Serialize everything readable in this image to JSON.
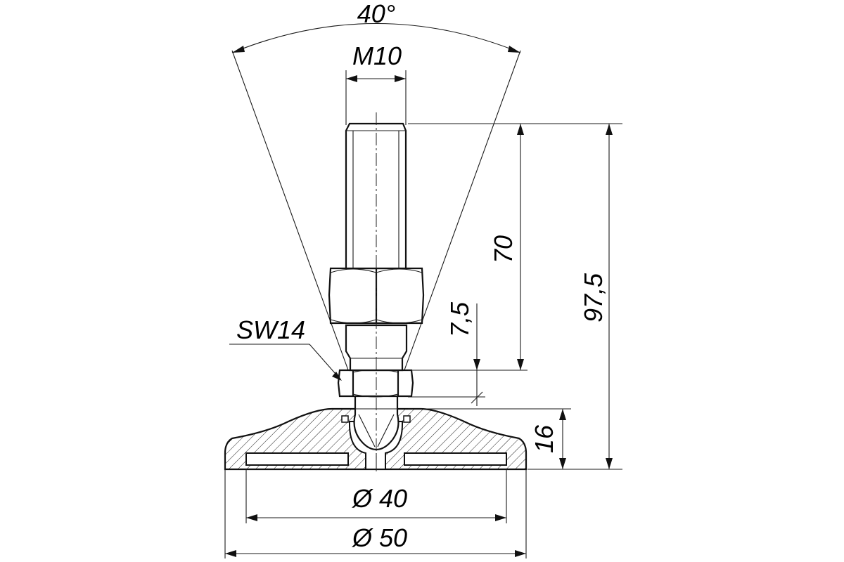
{
  "dimensions": {
    "angle": "40°",
    "thread": "M10",
    "shaft_height": "70",
    "total_height": "97,5",
    "ball_offset": "7,5",
    "base_height": "16",
    "inner_diameter": "Ø 40",
    "outer_diameter": "Ø 50",
    "wrench_size": "SW14"
  },
  "colors": {
    "line": "#111111",
    "background": "#ffffff"
  }
}
